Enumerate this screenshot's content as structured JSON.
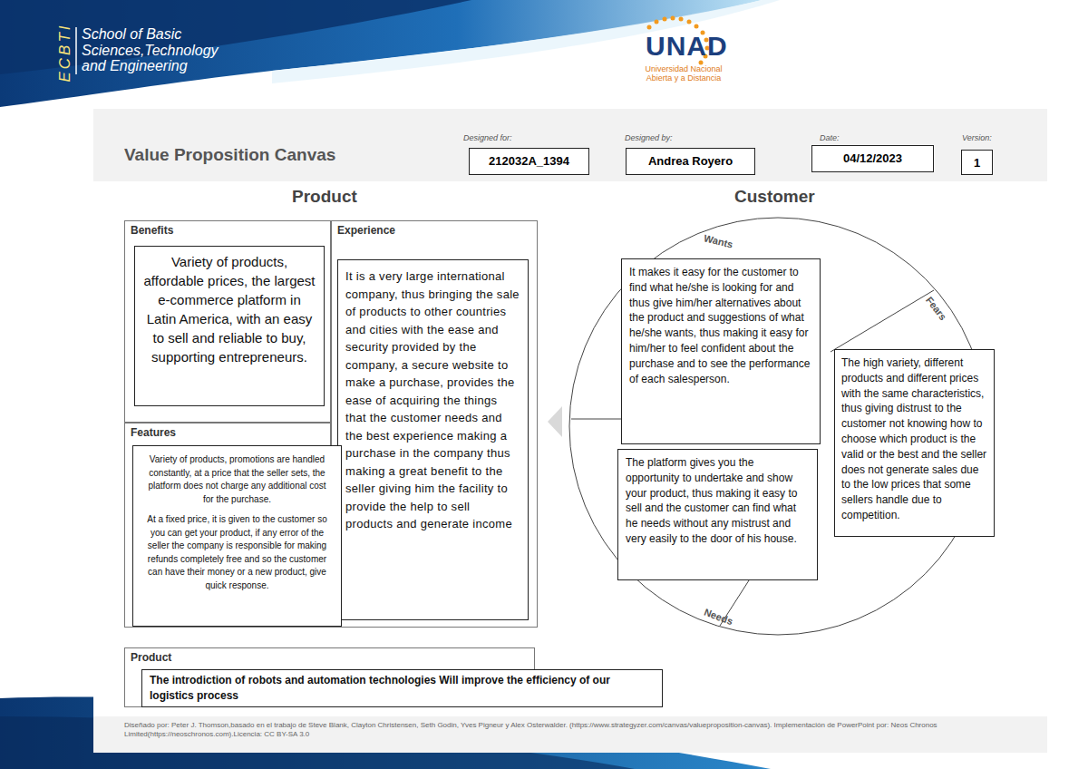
{
  "diagram": {
    "title": "Value Proposition Canvas",
    "nodes": [
      {
        "text": [
          "Designed for:",
          "212032A_1394"
        ]
      },
      {
        "text": [
          "Designed by:",
          "Andrea Royero"
        ]
      },
      {
        "text": [
          "Date:",
          "04/12/2023"
        ]
      },
      {
        "text": [
          "Version:",
          "1"
        ]
      },
      {
        "text": [
          "Benefits"
        ]
      },
      {
        "text": [
          "Variety of products, affordable prices, the largest e-commerce platform in Latin America, with an easy to sell and reliable to buy, supporting entrepreneurs."
        ],
        "in": 4
      },
      {
        "text": [
          "Experience"
        ]
      },
      {
        "text": [
          "It is a very large international company, thus bringing the sale of products to other countries and cities with the ease and security provided by the company, a secure website to make a purchase, provides the ease of acquiring the things that the customer needs and the best experience making a purchase in the company thus making a great benefit to the seller giving him the facility to provide the help to sell products and generate income"
        ],
        "in": 6
      },
      {
        "text": [
          "Features"
        ]
      },
      {
        "text": [
          "Variety of products, promotions are handled constantly, at a price that the seller sets, the platform does not charge any additional cost for the purchase.",
          "At a fixed price, it is given to the customer so you can get your product, if any error of the seller the company is responsible for making refunds completely free and so the customer can have their money or a new product, give quick response."
        ],
        "in": 8
      },
      {
        "text": [
          "Wants",
          "Fears",
          "Needs"
        ]
      },
      {
        "text": [
          "It makes it easy for the customer to find what he/she is looking for and thus give him/her alternatives about the product and suggestions of what he/she wants, thus making it easy for him/her to feel confident about the purchase and to see the performance of each salesperson."
        ],
        "in": 10
      },
      {
        "text": [
          "The high variety, different products and different prices with the same characteristics, thus giving distrust to the customer not knowing how to choose which product is the valid or the best and the seller does not generate sales due to the low prices that some sellers handle due to competition."
        ],
        "in": 10
      },
      {
        "text": [
          "The platform gives you the opportunity to undertake and show your product, thus making it easy to sell and the customer can find what he needs without any mistrust and very easily to the door of his house."
        ],
        "in": 10
      },
      {
        "text": [
          "Product"
        ]
      },
      {
        "text": [
          "The introdiction of robots and automation technologies Will improve the efficiency of our logistics process"
        ],
        "in": 14
      }
    ],
    "labels": [
      "ECBTI",
      "School of Basic Sciences,Technology and Engineering",
      "UNAD",
      "Universidad Nacional Abierta y a Distancia",
      "Product",
      "Customer",
      "Diseñado por: Peter J. Thomson,basado en el trabajo de Steve Blank, Clayton Christensen, Seth Godin, Yves Pigneur y Alex Osterwalder. (https://www.strategyzer.com/canvas/valueproposition-canvas). Implementación de PowerPoint por: Neos Chronos Limited(https://neoschronos.com).Licencia: CC BY-SA 3.0"
    ]
  }
}
